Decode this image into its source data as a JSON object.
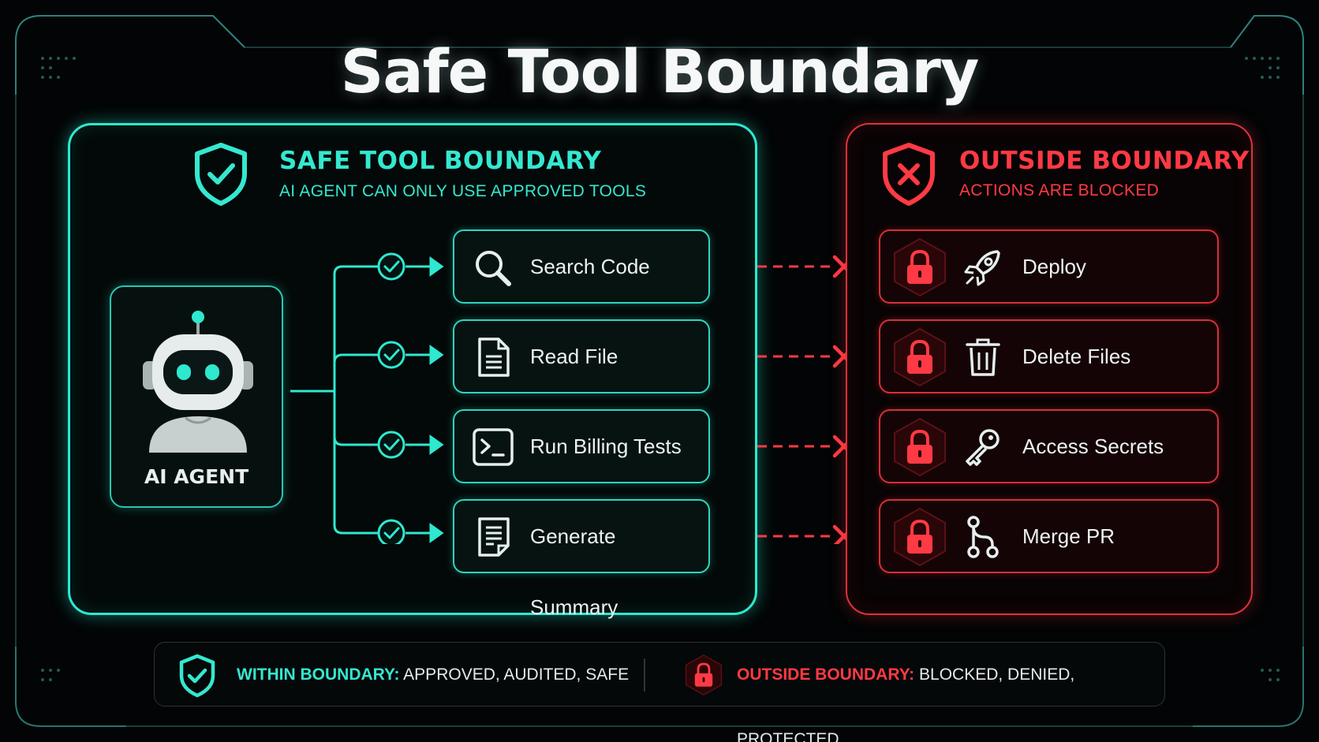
{
  "title": "Safe Tool Boundary",
  "safe_panel": {
    "title": "SAFE TOOL BOUNDARY",
    "subtitle": "AI AGENT CAN ONLY USE APPROVED TOOLS",
    "agent_label": "AI AGENT",
    "tools": [
      {
        "label": "Search Code",
        "icon": "magnifier-icon"
      },
      {
        "label": "Read File",
        "icon": "document-icon"
      },
      {
        "label": "Run Billing Tests",
        "icon": "terminal-icon"
      },
      {
        "label": "Generate Summary",
        "icon": "summary-document-icon"
      }
    ]
  },
  "outside_panel": {
    "title": "OUTSIDE BOUNDARY",
    "subtitle": "ACTIONS ARE BLOCKED",
    "actions": [
      {
        "label": "Deploy",
        "icon": "rocket-icon"
      },
      {
        "label": "Delete Files",
        "icon": "trash-icon"
      },
      {
        "label": "Access Secrets",
        "icon": "key-icon"
      },
      {
        "label": "Merge PR",
        "icon": "git-merge-icon"
      }
    ]
  },
  "legend": {
    "within_key": "WITHIN BOUNDARY:",
    "within_value": "APPROVED, AUDITED, SAFE",
    "outside_key": "OUTSIDE BOUNDARY:",
    "outside_value": "BLOCKED, DENIED, PROTECTED"
  },
  "colors": {
    "safe": "#2ee8cf",
    "blocked": "#e2303a",
    "background": "#020405"
  }
}
